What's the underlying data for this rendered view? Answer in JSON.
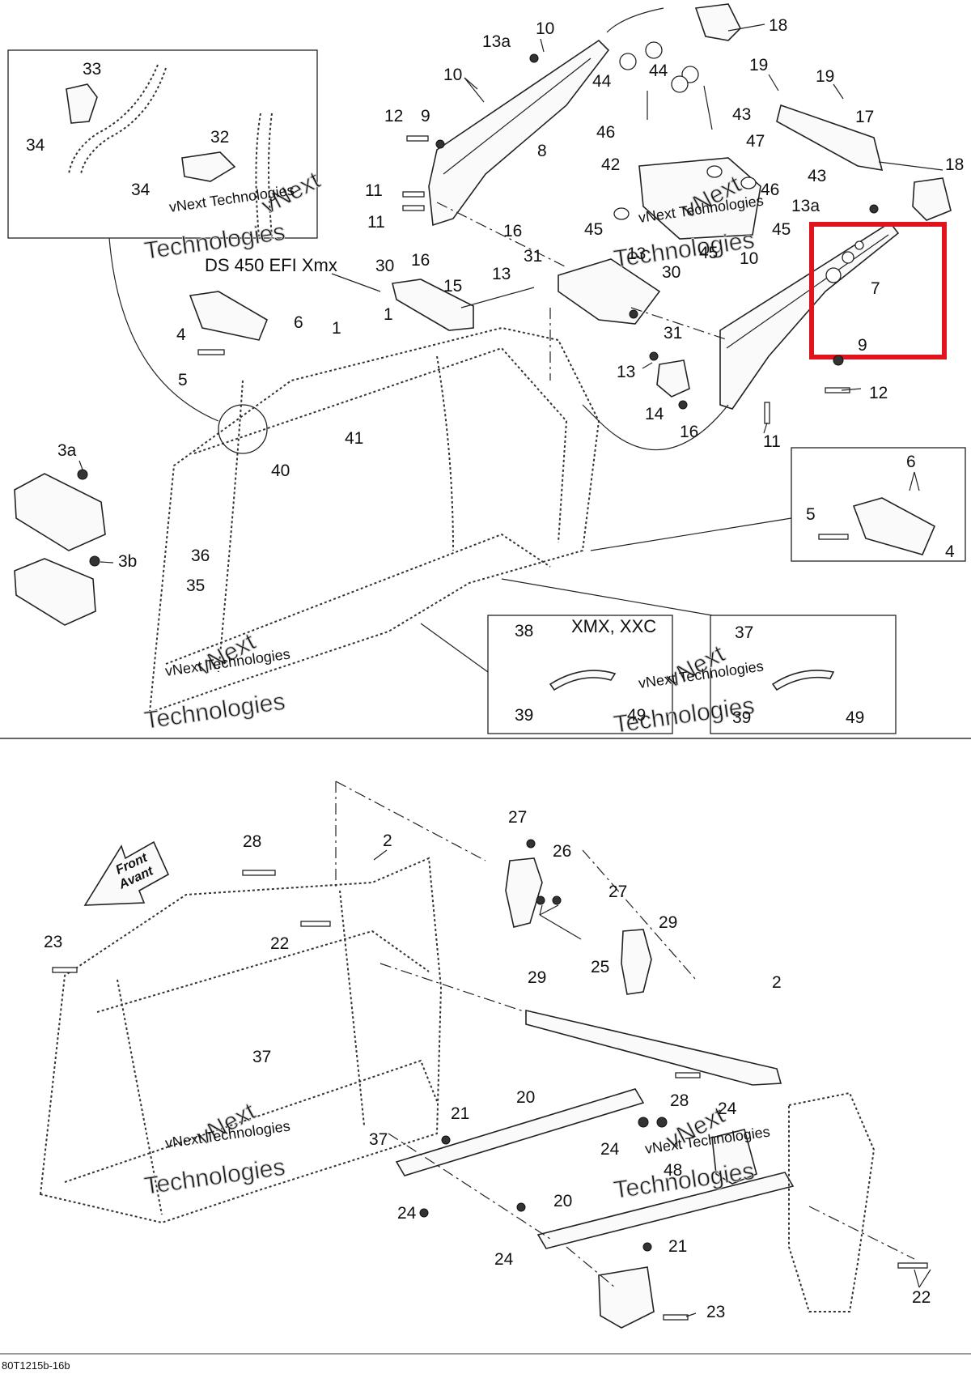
{
  "labels": {
    "l1": "1",
    "l2": "2",
    "l3a": "3a",
    "l3b": "3b",
    "l4": "4",
    "l5": "5",
    "l6": "6",
    "l7": "7",
    "l8": "8",
    "l9": "9",
    "l10": "10",
    "l11": "11",
    "l12": "12",
    "l13": "13",
    "l13a": "13a",
    "l14": "14",
    "l15": "15",
    "l16": "16",
    "l17": "17",
    "l18": "18",
    "l19": "19",
    "l20": "20",
    "l21": "21",
    "l22": "22",
    "l23": "23",
    "l24": "24",
    "l25": "25",
    "l26": "26",
    "l27": "27",
    "l28": "28",
    "l29": "29",
    "l30": "30",
    "l31": "31",
    "l32": "32",
    "l33": "33",
    "l34": "34",
    "l35": "35",
    "l36": "36",
    "l37": "37",
    "l38": "38",
    "l39": "39",
    "l40": "40",
    "l41": "41",
    "l42": "42",
    "l43": "43",
    "l44": "44",
    "l45": "45",
    "l46": "46",
    "l47": "47",
    "l48": "48",
    "l49": "49"
  },
  "captions": {
    "model": "DS 450 EFI Xmx",
    "variants": "XMX, XXC",
    "front_en": "Front",
    "front_fr": "Avant"
  },
  "watermark": {
    "brand": "vNext",
    "company": "Technologies",
    "full": "vNext Technologies"
  },
  "footer": {
    "drawing_code": "80T1215b-16b"
  },
  "highlight": {
    "color": "#e0141c"
  }
}
